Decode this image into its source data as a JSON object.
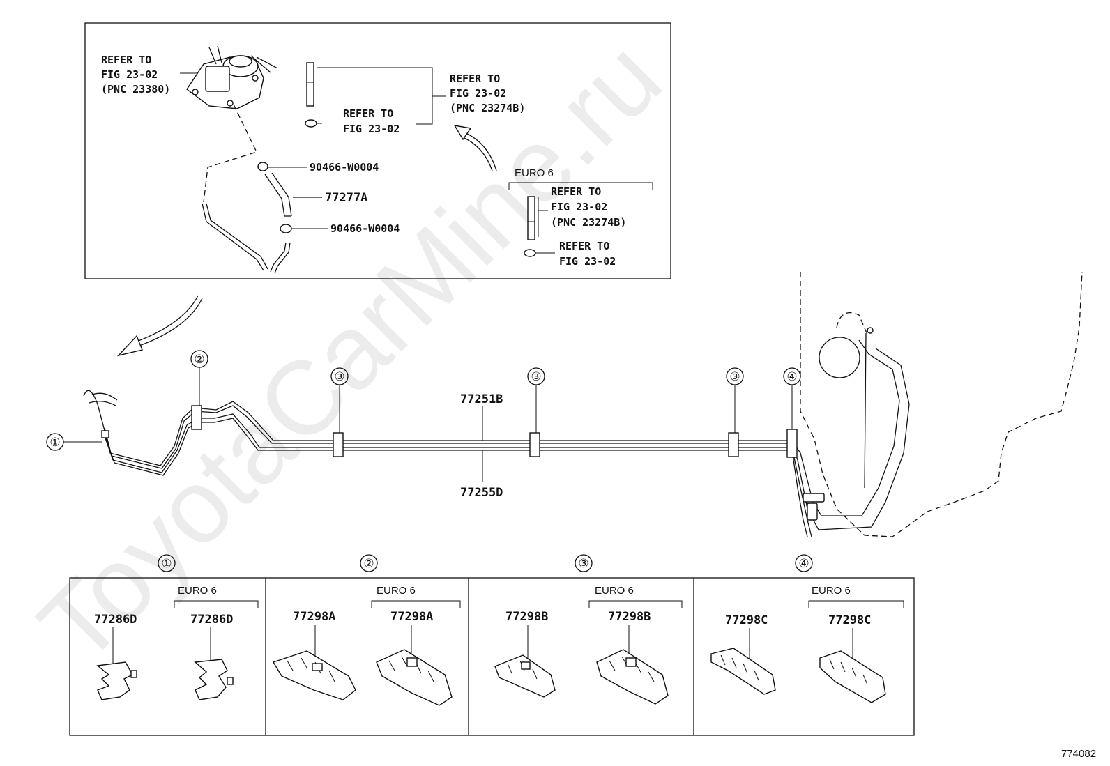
{
  "inset": {
    "refer_pnc_23380": [
      "REFER TO",
      "FIG 23-02",
      "(PNC 23380)"
    ],
    "refer_fig_a": [
      "REFER TO",
      "FIG 23-02"
    ],
    "refer_pnc_23274b": [
      "REFER TO",
      "FIG 23-02",
      "(PNC 23274B)"
    ],
    "clamp_top": "90466-W0004",
    "hose": "77277A",
    "clamp_bottom": "90466-W0004",
    "euro6_label": "EURO 6",
    "euro6_refer_pnc": [
      "REFER TO",
      "FIG 23-02",
      "(PNC 23274B)"
    ],
    "euro6_refer_fig": [
      "REFER TO",
      "FIG 23-02"
    ]
  },
  "main": {
    "pipe_upper": "77251B",
    "pipe_lower": "77255D",
    "callouts": [
      "①",
      "②",
      "③",
      "③",
      "③",
      "④"
    ]
  },
  "clamp_groups": [
    {
      "number": "①",
      "euro6_label": "EURO 6",
      "std_part": "77286D",
      "euro6_part": "77286D"
    },
    {
      "number": "②",
      "euro6_label": "EURO 6",
      "std_part": "77298A",
      "euro6_part": "77298A"
    },
    {
      "number": "③",
      "euro6_label": "EURO 6",
      "std_part": "77298B",
      "euro6_part": "77298B"
    },
    {
      "number": "④",
      "euro6_label": "EURO 6",
      "std_part": "77298C",
      "euro6_part": "77298C"
    }
  ],
  "watermark": "ToyotaCarMine.ru",
  "figure_code": "774082"
}
